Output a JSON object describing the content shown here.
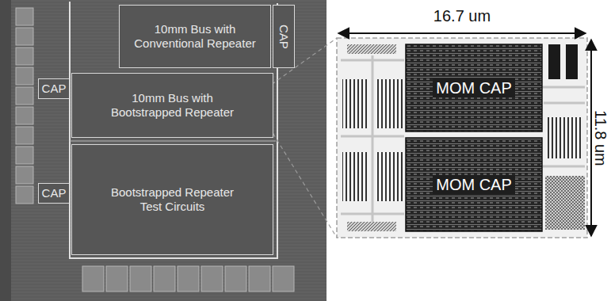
{
  "diagram": {
    "nodes": [
      {
        "text": [
          "10mm Bus with Conventional Repeater"
        ]
      },
      {
        "text": [
          "CAP"
        ]
      },
      {
        "text": [
          "CAP"
        ]
      },
      {
        "text": [
          "10mm Bus with Bootstrapped Repeater"
        ]
      },
      {
        "text": [
          "Bootstrapped Repeater Test Circuits"
        ]
      },
      {
        "text": [
          "CAP"
        ]
      },
      {
        "text": [
          "MOM CAP"
        ]
      },
      {
        "text": [
          "MOM CAP"
        ]
      }
    ],
    "labels": [
      "16.7 um",
      "11.8 um"
    ]
  }
}
